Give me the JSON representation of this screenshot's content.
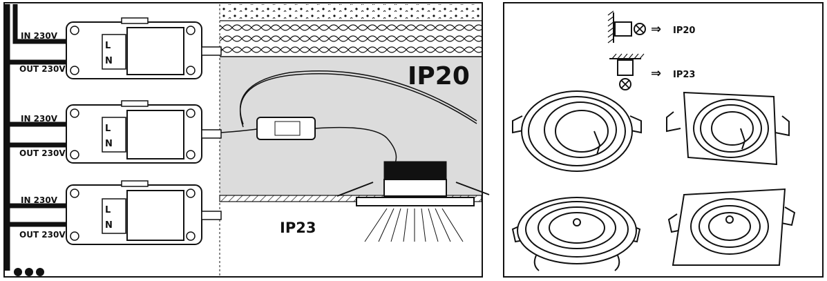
{
  "left_panel": {
    "drivers": [
      {
        "in_label": "IN 230V",
        "out_label": "OUT 230V",
        "terminal_labels": [
          "L",
          "N"
        ]
      },
      {
        "in_label": "IN 230V",
        "out_label": "OUT 230V",
        "terminal_labels": [
          "L",
          "N"
        ]
      },
      {
        "in_label": "IN 230V",
        "out_label": "OUT 230V",
        "terminal_labels": [
          "L",
          "N"
        ]
      }
    ],
    "ceiling_zone_label": "IP20",
    "room_zone_label": "IP23",
    "more_indicator": "ellipsis-dots"
  },
  "right_panel": {
    "legend": [
      {
        "icon": "wall-mount-lamp-symbol",
        "label": "IP20"
      },
      {
        "icon": "ceiling-mount-lamp-symbol",
        "label": "IP23"
      }
    ],
    "fixtures": [
      {
        "icon": "round-tilt-downlight-spring-clips"
      },
      {
        "icon": "square-tilt-downlight-spring-clips"
      },
      {
        "icon": "round-flat-downlight-spring-clips"
      },
      {
        "icon": "square-flat-downlight-spring-clips"
      }
    ]
  },
  "colors": {
    "line": "#111111",
    "ceiling_fill": "#dcdcdc",
    "background": "#ffffff"
  }
}
